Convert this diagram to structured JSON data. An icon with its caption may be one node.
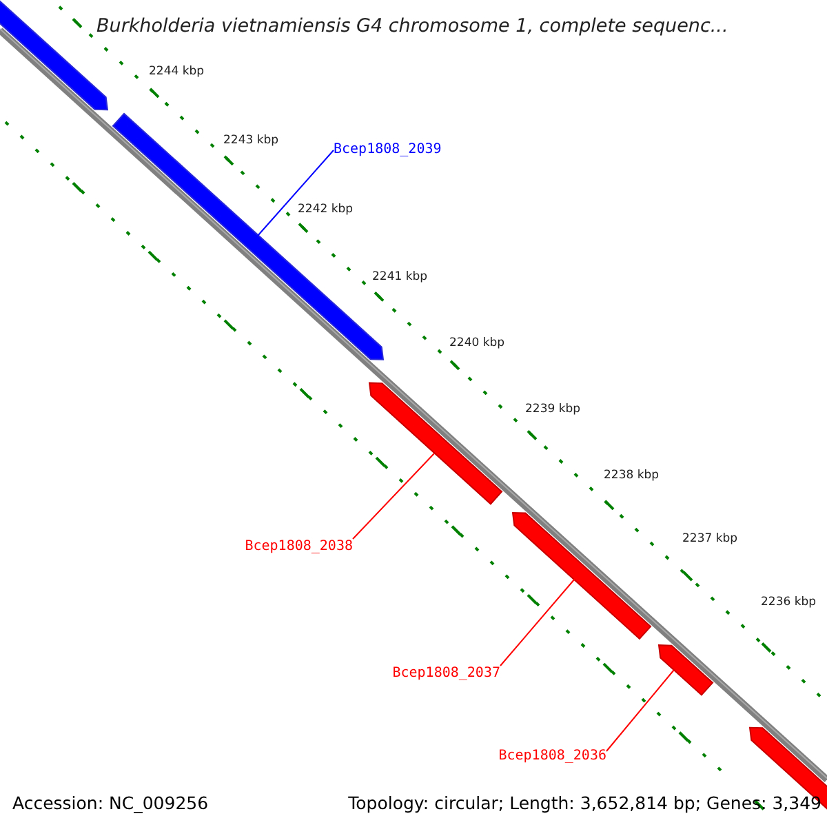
{
  "diagram": {
    "title": "Burkholderia vietnamiensis G4 chromosome 1, complete sequenc...",
    "nodes": [
      {
        "text": [],
        "shape": "arrow"
      },
      {
        "text": [],
        "shape": "arrow"
      },
      {
        "text": [
          "Bcep1808_2039"
        ]
      },
      {
        "text": [],
        "shape": "arrow"
      },
      {
        "text": [
          "Bcep1808_2038"
        ]
      },
      {
        "text": [],
        "shape": "arrow"
      },
      {
        "text": [
          "Bcep1808_2037"
        ]
      },
      {
        "text": [],
        "shape": "arrow"
      },
      {
        "text": [
          "Bcep1808_2036"
        ]
      },
      {
        "text": [],
        "shape": "arrow"
      }
    ],
    "edges": [
      {
        "from": 2,
        "to": 1,
        "arrow": "none",
        "color": "#0000ff"
      },
      {
        "from": 4,
        "to": 3,
        "arrow": "none"
      },
      {
        "from": 6,
        "to": 5,
        "arrow": "none"
      },
      {
        "from": 8,
        "to": 7,
        "arrow": "none"
      }
    ],
    "labels": [
      "2244 kbp",
      "2243 kbp",
      "2242 kbp",
      "2241 kbp",
      "2240 kbp",
      "2239 kbp",
      "2238 kbp",
      "2237 kbp",
      "2236 kbp",
      "Accession: NC_009256",
      "Topology: circular; Length: 3,652,814 bp; Genes: 3,349"
    ]
  }
}
